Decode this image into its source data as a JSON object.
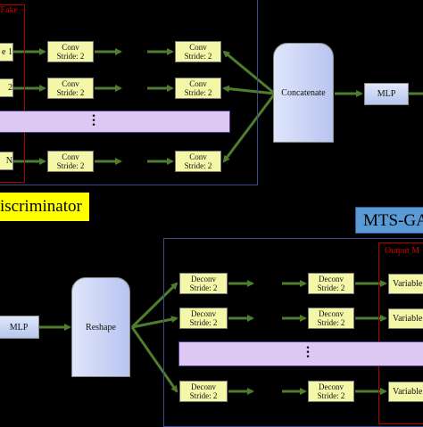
{
  "discriminator": {
    "input_label": "Real/Fake",
    "inputs": [
      "e 1",
      "2",
      "N"
    ],
    "conv_label_line1": "Conv",
    "conv_label_line2": "Stride: 2",
    "concat_label": "Concatenate",
    "mlp_label": "MLP",
    "banner": "iscriminator",
    "banner_color": "#ffff00"
  },
  "generator": {
    "banner": "MTS-GA",
    "banner_color": "#5b9bd5",
    "mlp_label": "MLP",
    "reshape_label": "Reshape",
    "deconv_label_line1": "Deconv",
    "deconv_label_line2": "Stride: 2",
    "output_label": "Output M",
    "variable_label": "Variable"
  },
  "colors": {
    "arrow": "#4e7d2e",
    "block_fill": "#f4f6a8",
    "red_border": "#b00000",
    "panel_border": "#3a4a8a",
    "purple_band": "#dcc8f2"
  }
}
